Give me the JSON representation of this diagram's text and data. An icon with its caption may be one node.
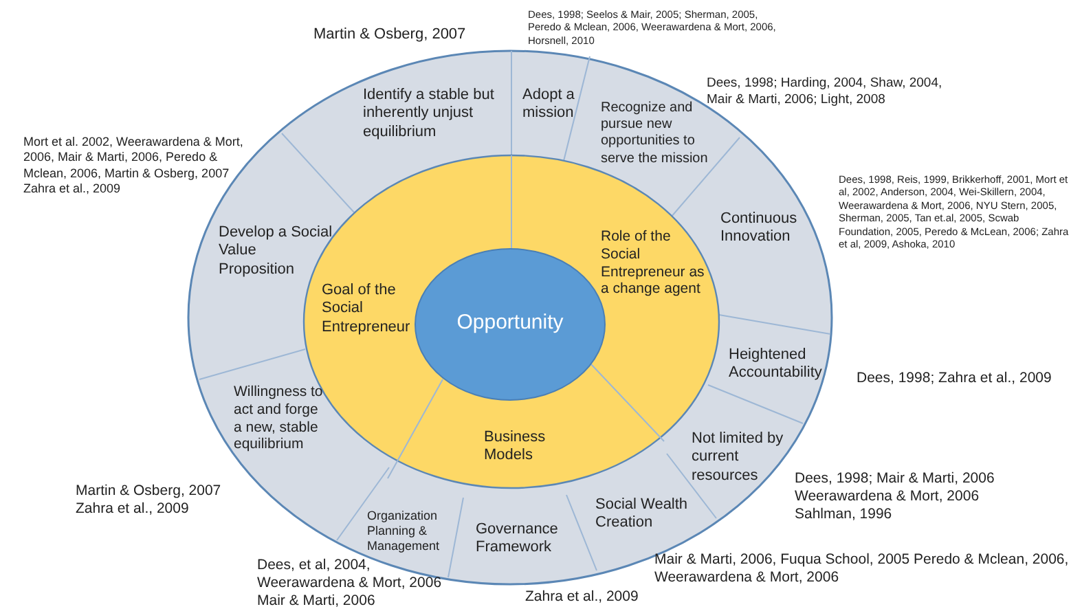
{
  "diagram": {
    "nodes": [
      {
        "text": [
          "Identify a stable but inherently unjust equilibrium"
        ],
        "beside": [
          "Martin & Osberg, 2007"
        ]
      },
      {
        "text": [
          "Adopt a mission"
        ]
      },
      {
        "text": [
          "Recognize and pursue new opportunities to serve the mission"
        ],
        "beside": [
          "Dees, 1998; Harding, 2004, Shaw, 2004, Mair & Marti, 2006; Light, 2008"
        ]
      },
      {
        "text": [
          "Continuous Innovation"
        ]
      },
      {
        "text": [
          "Heightened Accountability"
        ],
        "beside": [
          "Dees, 1998; Zahra et al., 2009"
        ]
      },
      {
        "text": [
          "Not limited by current resources"
        ],
        "beside": [
          "Dees, 1998; Mair & Marti, 2006 Weerawardena & Mort, 2006 Sahlman, 1996"
        ]
      },
      {
        "text": [
          "Social Wealth Creation"
        ],
        "beside": [
          "Mair & Marti, 2006, Fuqua School, 2005 Peredo & Mclean, 2006, Weerawardena & Mort, 2006"
        ]
      },
      {
        "text": [
          "Governance Framework"
        ],
        "beside": [
          "Zahra et al., 2009"
        ]
      },
      {
        "text": [
          "Organization Planning & Management"
        ],
        "beside": [
          "Dees, et al, 2004, Weerawardena & Mort, 2006 Mair & Marti, 2006"
        ]
      },
      {
        "text": [
          "Willingness to act and forge a new, stable equilibrium"
        ],
        "beside": [
          "Martin & Osberg, 2007 Zahra et al., 2009"
        ]
      },
      {
        "text": [
          "Develop a Social Value Proposition"
        ],
        "beside": [
          "Mort et al. 2002, Weerawardena & Mort, 2006, Mair & Marti, 2006, Peredo & Mclean, 2006, Martin & Osberg, 2007 Zahra et al., 2009"
        ]
      },
      {
        "text": [
          "Goal of the Social Entrepreneur"
        ]
      },
      {
        "text": [
          "Role of the Social Entrepreneur as a change agent"
        ]
      },
      {
        "text": [
          "Business Models"
        ]
      },
      {
        "text": [
          "Opportunity"
        ]
      }
    ],
    "labels": [
      "Dees, 1998; Seelos & Mair, 2005; Sherman, 2005, Peredo & Mclean, 2006, Weerawardena & Mort, 2006, Horsnell, 2010",
      "Dees, 1998, Reis, 1999, Brikkerhoff, 2001, Mort et al, 2002, Anderson, 2004, Wei-Skillern, 2004, Weerawardena & Mort, 2006, NYU Stern, 2005, Sherman, 2005, Tan et.al, 2005, Scwab Foundation, 2005, Peredo & McLean, 2006; Zahra et al, 2009, Ashoka, 2010"
    ]
  }
}
